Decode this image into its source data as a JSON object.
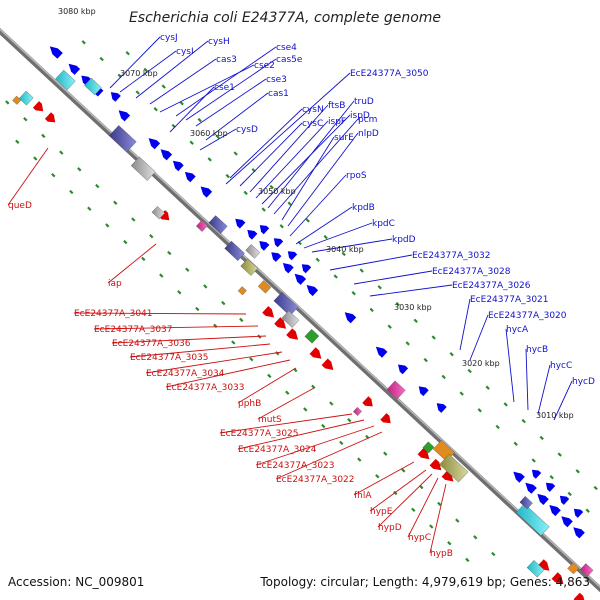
{
  "title": "Escherichia coli E24377A, complete genome",
  "footer": {
    "accession": "Accession: NC_009801",
    "summary": "Topology: circular; Length: 4,979,619 bp; Genes: 4,863"
  },
  "ticks": [
    "3080 kbp",
    "3070 kbp",
    "3060 kbp",
    "3050 kbp",
    "3040 kbp",
    "3030 kbp",
    "3020 kbp",
    "3010 kbp"
  ],
  "labels_blue": [
    "cysJ",
    "cysI",
    "cysH",
    "cas3",
    "cse2",
    "cse4",
    "cas5e",
    "cse3",
    "cse1",
    "cas1",
    "cysD",
    "cysN",
    "cysC",
    "ftsB",
    "ispF",
    "ispD",
    "truD",
    "pcm",
    "surE",
    "nlpD",
    "EcE24377A_3050",
    "rpoS",
    "kpdB",
    "kpdC",
    "kpdD",
    "EcE24377A_3032",
    "EcE24377A_3028",
    "EcE24377A_3026",
    "EcE24377A_3021",
    "EcE24377A_3020",
    "hycA",
    "hycB",
    "hycC",
    "hycD"
  ],
  "labels_red": [
    "queD",
    "iap",
    "EcE24377A_3041",
    "EcE24377A_3037",
    "EcE24377A_3036",
    "EcE24377A_3035",
    "EcE24377A_3034",
    "EcE24377A_3033",
    "pphB",
    "mutS",
    "EcE24377A_3025",
    "EcE24377A_3024",
    "EcE24377A_3023",
    "EcE24377A_3022",
    "fhlA",
    "hypE",
    "hypD",
    "hypC",
    "hypB"
  ],
  "colors": {
    "backbone": "#808080",
    "forward_gene": "#e00000",
    "reverse_gene": "#0000ee",
    "dots": "#2d8a2d",
    "rna_cyan": "#22d8e0",
    "rna_magenta": "#e0309a"
  }
}
